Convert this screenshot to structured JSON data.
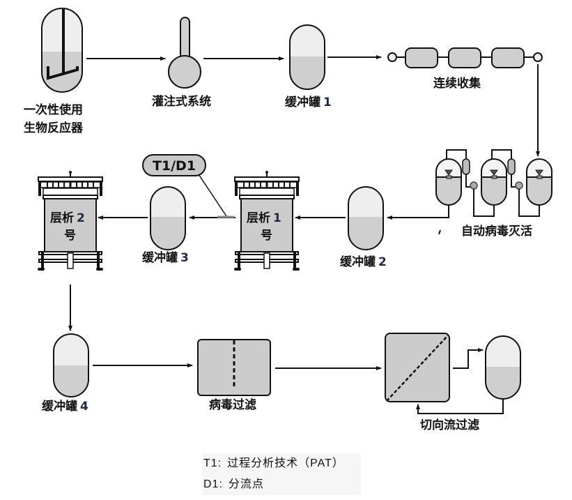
{
  "diagram": {
    "title": "Continuous bioprocessing workflow",
    "colors": {
      "stroke": "#111111",
      "liquid": "#cfcfcf",
      "headspace": "#eeeeee",
      "fill_grey": "#cccccc",
      "tag_fill": "#c8c8c8",
      "background": "#ffffff"
    },
    "nodes": {
      "bioreactor": {
        "line1": "一次性使用",
        "line2": "生物反应器"
      },
      "perfusion": {
        "label": "灌注式系统"
      },
      "buffer1": {
        "label": "缓冲罐",
        "num": "1"
      },
      "continuous_capture": {
        "label": "连续收集"
      },
      "viral_inactivation": {
        "label": "自动病毒灭活"
      },
      "buffer2": {
        "label": "缓冲罐",
        "num": "2"
      },
      "chrom1": {
        "label": "层析",
        "num": "1",
        "suffix": "号"
      },
      "buffer3": {
        "label": "缓冲罐",
        "num": "3"
      },
      "chrom2": {
        "label": "层析",
        "num": "2",
        "suffix": "号"
      },
      "buffer4": {
        "label": "缓冲罐",
        "num": "4"
      },
      "virus_filtration": {
        "label": "病毒过滤"
      },
      "tff": {
        "label": "切向流过滤"
      }
    },
    "tag": {
      "label": "T1/D1"
    },
    "flow": [
      "一次性使用生物反应器 → 灌注式系统",
      "灌注式系统 → 缓冲罐1",
      "缓冲罐1 → 连续收集",
      "连续收集 → 自动病毒灭活",
      "自动病毒灭活 → 缓冲罐2",
      "缓冲罐2 → 层析1号",
      "层析1号 → 缓冲罐3",
      "缓冲罐3 → 层析2号",
      "层析2号 → 缓冲罐4",
      "缓冲罐4 → 病毒过滤",
      "病毒过滤 → 切向流过滤",
      "切向流过滤 ⇄ 储罐 (循环)"
    ]
  },
  "legend": {
    "items": [
      {
        "key": "T1:",
        "text": "过程分析技术（PAT）"
      },
      {
        "key": "D1:",
        "text": "分流点"
      }
    ]
  }
}
